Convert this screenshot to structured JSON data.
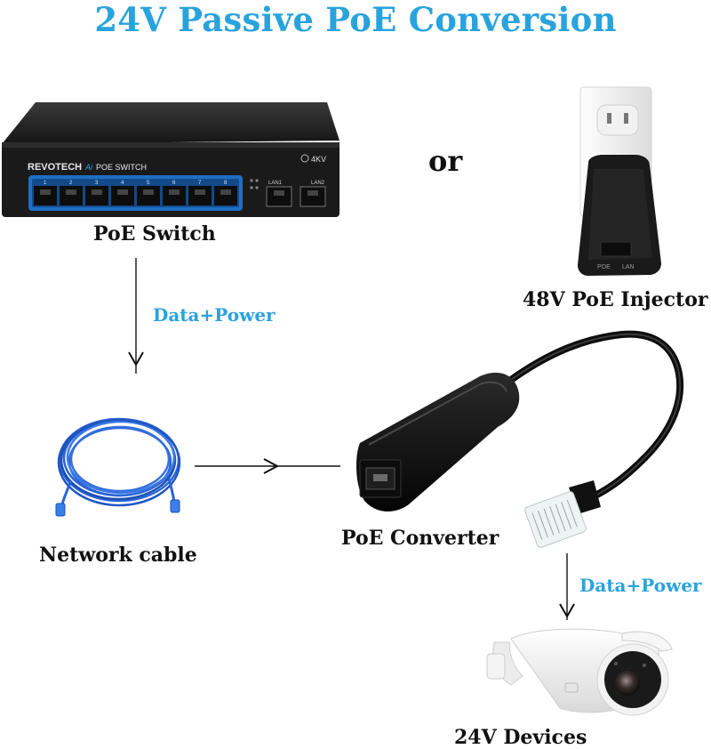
{
  "title": "24V Passive PoE Conversion",
  "labels": {
    "poe_switch": "PoE Switch",
    "or": "or",
    "injector": "48V PoE Injector",
    "network_cable": "Network cable",
    "converter": "PoE Converter",
    "devices": "24V Devices"
  },
  "flows": {
    "top": "Data+Power",
    "bottom": "Data+Power"
  },
  "device_text": {
    "switch_brand": "REVOTECH",
    "switch_model": "POE SWITCH",
    "switch_ai": "Ai",
    "switch_4kv": "4KV",
    "switch_ports": [
      "1",
      "2",
      "3",
      "4",
      "5",
      "6",
      "7",
      "8"
    ],
    "switch_lan1": "LAN1",
    "switch_lan2": "LAN2",
    "injector_poe": "POE",
    "injector_lan": "LAN"
  },
  "colors": {
    "accent": "#29a3dc",
    "text": "#111111"
  }
}
